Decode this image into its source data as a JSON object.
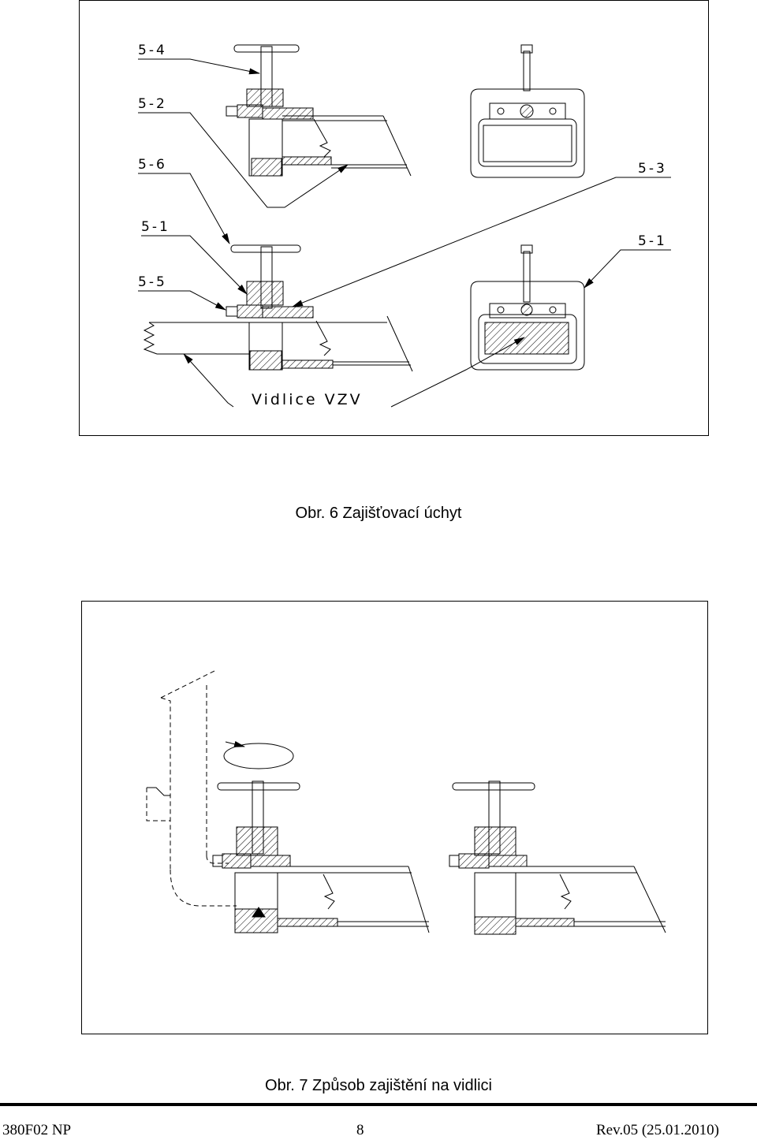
{
  "figure1": {
    "labels": {
      "l54": "5-4",
      "l52": "5-2",
      "l56": "5-6",
      "l11": "5-1",
      "l55": "5-5",
      "l53": "5-3",
      "l12": "5-1",
      "vidlice": "Vidlice VZV"
    },
    "caption": "Obr. 6 Zajišťovací úchyt"
  },
  "figure2": {
    "caption": "Obr. 7 Způsob zajištění na vidlici"
  },
  "footer": {
    "doc_code": "380F02 NP",
    "page_number": "8",
    "revision": "Rev.05 (25.01.2010)"
  }
}
